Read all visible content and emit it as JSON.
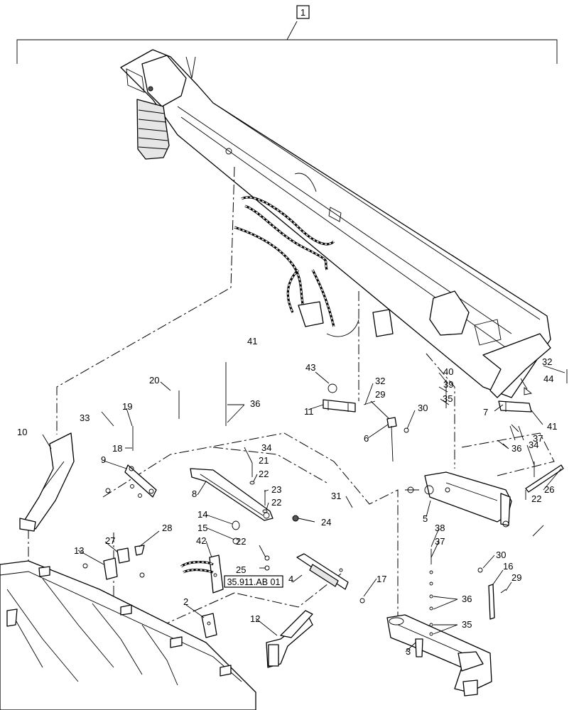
{
  "assembly_callout": "1",
  "reference_label": "35.911.AB 01",
  "parts": [
    {
      "id": "p2",
      "label": "2"
    },
    {
      "id": "p3",
      "label": "3"
    },
    {
      "id": "p4",
      "label": "4"
    },
    {
      "id": "p5",
      "label": "5"
    },
    {
      "id": "p6",
      "label": "6"
    },
    {
      "id": "p7",
      "label": "7"
    },
    {
      "id": "p8",
      "label": "8"
    },
    {
      "id": "p9",
      "label": "9"
    },
    {
      "id": "p10",
      "label": "10"
    },
    {
      "id": "p11",
      "label": "11"
    },
    {
      "id": "p12",
      "label": "12"
    },
    {
      "id": "p13",
      "label": "13"
    },
    {
      "id": "p14",
      "label": "14"
    },
    {
      "id": "p15",
      "label": "15"
    },
    {
      "id": "p16",
      "label": "16"
    },
    {
      "id": "p17",
      "label": "17"
    },
    {
      "id": "p18",
      "label": "18"
    },
    {
      "id": "p19",
      "label": "19"
    },
    {
      "id": "p20",
      "label": "20"
    },
    {
      "id": "p21",
      "label": "21"
    },
    {
      "id": "p22a",
      "label": "22"
    },
    {
      "id": "p22b",
      "label": "22"
    },
    {
      "id": "p22c",
      "label": "22"
    },
    {
      "id": "p22d",
      "label": "22"
    },
    {
      "id": "p23",
      "label": "23"
    },
    {
      "id": "p24",
      "label": "24"
    },
    {
      "id": "p25",
      "label": "25"
    },
    {
      "id": "p26",
      "label": "26"
    },
    {
      "id": "p27",
      "label": "27"
    },
    {
      "id": "p28",
      "label": "28"
    },
    {
      "id": "p29a",
      "label": "29"
    },
    {
      "id": "p29b",
      "label": "29"
    },
    {
      "id": "p30a",
      "label": "30"
    },
    {
      "id": "p30b",
      "label": "30"
    },
    {
      "id": "p31",
      "label": "31"
    },
    {
      "id": "p32a",
      "label": "32"
    },
    {
      "id": "p32b",
      "label": "32"
    },
    {
      "id": "p33",
      "label": "33"
    },
    {
      "id": "p34a",
      "label": "34"
    },
    {
      "id": "p34b",
      "label": "34"
    },
    {
      "id": "p35a",
      "label": "35"
    },
    {
      "id": "p35b",
      "label": "35"
    },
    {
      "id": "p36a",
      "label": "36"
    },
    {
      "id": "p36b",
      "label": "36"
    },
    {
      "id": "p36c",
      "label": "36"
    },
    {
      "id": "p37a",
      "label": "37"
    },
    {
      "id": "p37b",
      "label": "37"
    },
    {
      "id": "p38",
      "label": "38"
    },
    {
      "id": "p39",
      "label": "39"
    },
    {
      "id": "p40",
      "label": "40"
    },
    {
      "id": "p41a",
      "label": "41"
    },
    {
      "id": "p41b",
      "label": "41"
    },
    {
      "id": "p42",
      "label": "42"
    },
    {
      "id": "p43",
      "label": "43"
    },
    {
      "id": "p44",
      "label": "44"
    }
  ]
}
